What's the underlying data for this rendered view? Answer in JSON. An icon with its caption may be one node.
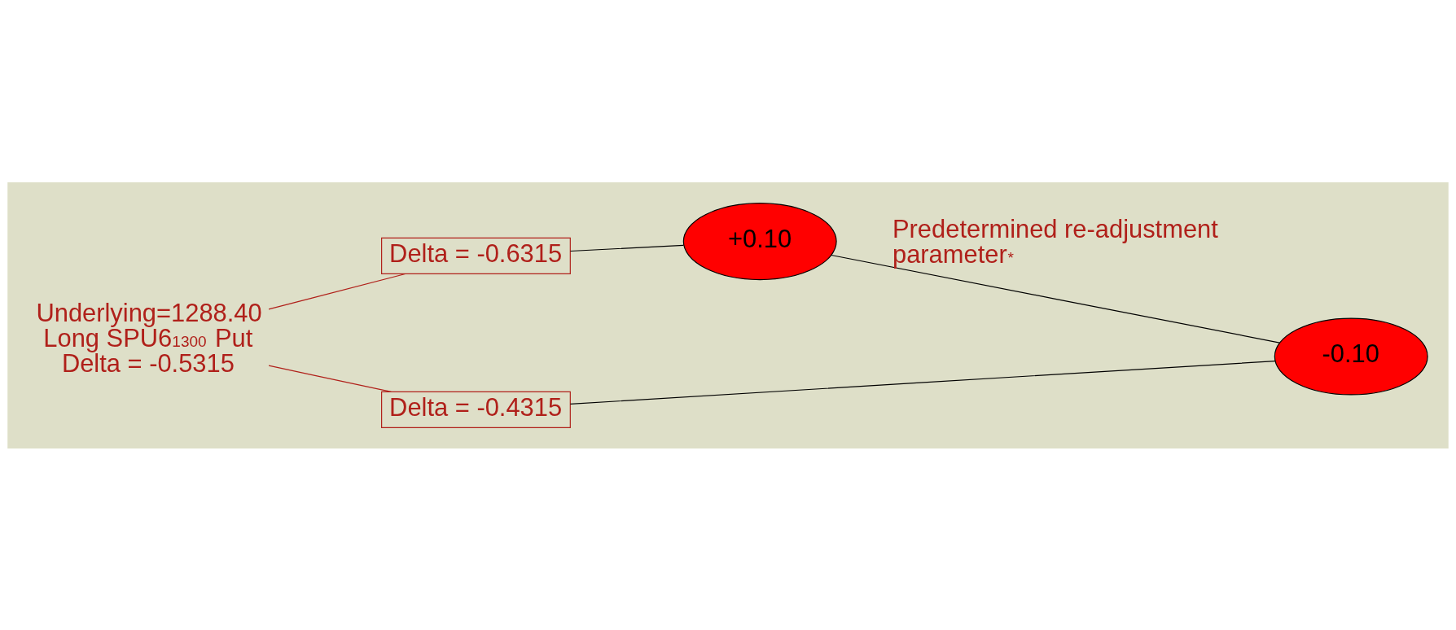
{
  "diagram": {
    "nodes": [
      {
        "text": [
          "Underlying=1288.40",
          "Long SPU6$_{1300}$ Put",
          "Delta = -0.5315"
        ]
      },
      {
        "text": [
          "Delta = -0.6315"
        ]
      },
      {
        "text": [
          "Delta = -0.4315"
        ]
      },
      {
        "text": [
          "+0.10"
        ]
      },
      {
        "text": [
          "-0.10"
        ]
      }
    ],
    "edges": [
      {
        "from": 0,
        "to": 1,
        "arrow": "none",
        "color": "#b0201a"
      },
      {
        "from": 0,
        "to": 2,
        "arrow": "none",
        "color": "#b0201a"
      },
      {
        "from": 1,
        "to": 3,
        "arrow": "none"
      },
      {
        "from": 2,
        "to": 4,
        "arrow": "none"
      },
      {
        "from": 3,
        "to": 4,
        "arrow": "none",
        "label": "Predetermined re-adjustment parameter$^{*}$"
      }
    ]
  }
}
